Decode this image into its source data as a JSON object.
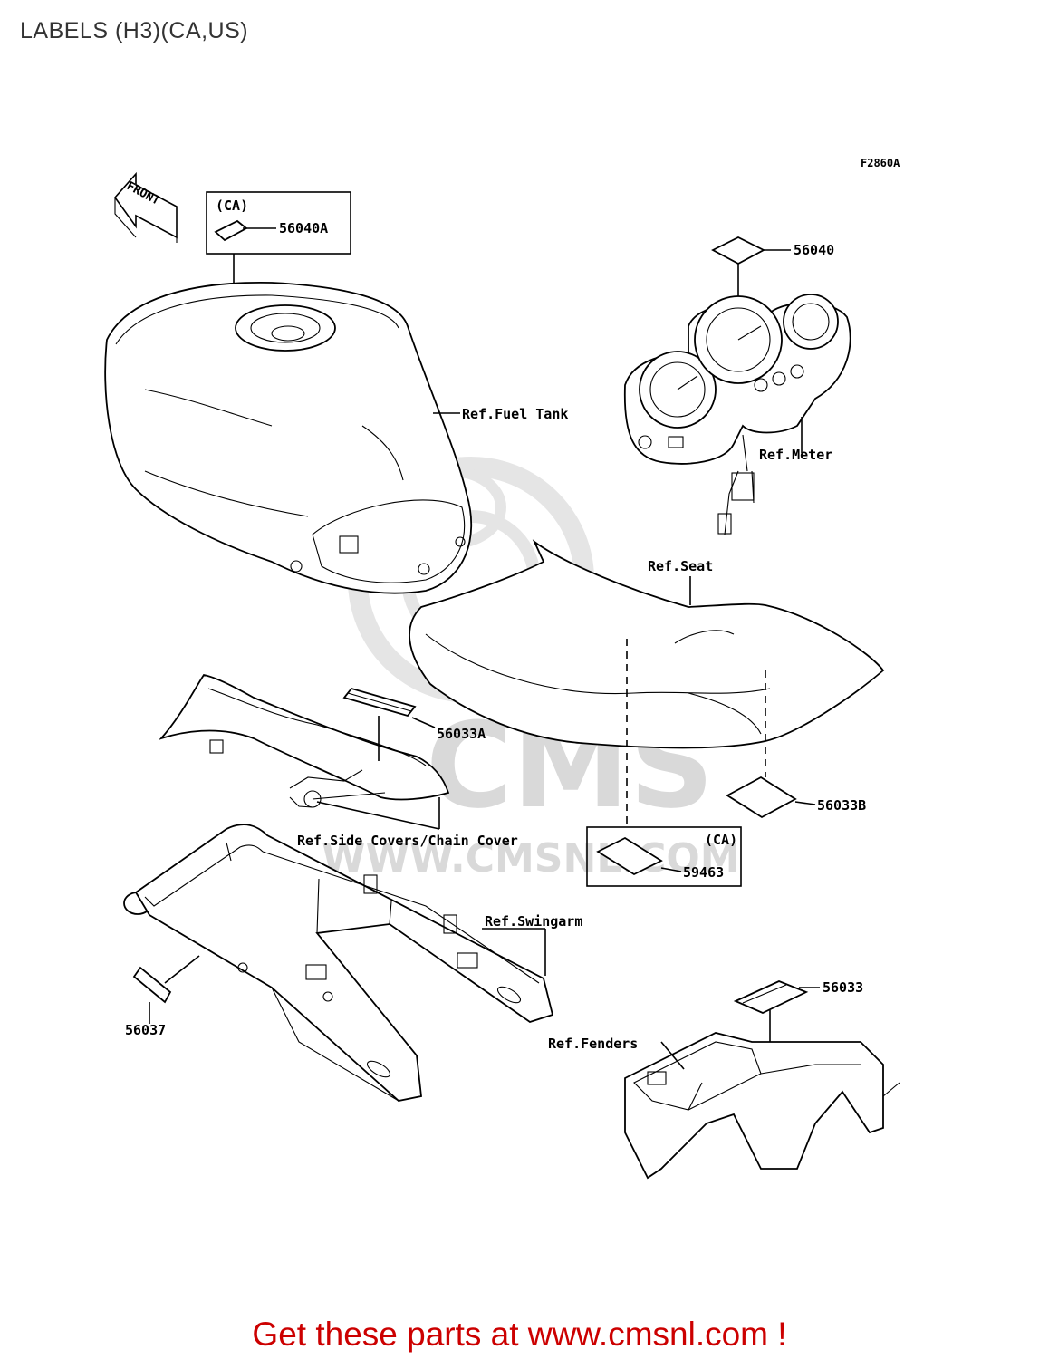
{
  "page": {
    "title": "LABELS (H3)(CA,US)"
  },
  "diagram": {
    "figure_code": "F2860A",
    "front_arrow": "FRONT",
    "watermark": {
      "logo": "CMS",
      "site": "WWW.CMSNL.COM"
    },
    "callouts": {
      "ca_box_1_region": "(CA)",
      "p56040A": "56040A",
      "p56040": "56040",
      "ref_fuel_tank": "Ref.Fuel Tank",
      "ref_meter": "Ref.Meter",
      "ref_seat": "Ref.Seat",
      "p56033A": "56033A",
      "p56033B": "56033B",
      "ref_side_covers": "Ref.Side Covers/Chain Cover",
      "ca_box_2_region": "(CA)",
      "p59463": "59463",
      "ref_swingarm": "Ref.Swingarm",
      "p56037": "56037",
      "p56033": "56033",
      "ref_fenders": "Ref.Fenders"
    }
  },
  "footer": {
    "text": "Get these parts at www.cmsnl.com !",
    "color": "#cc0000"
  }
}
